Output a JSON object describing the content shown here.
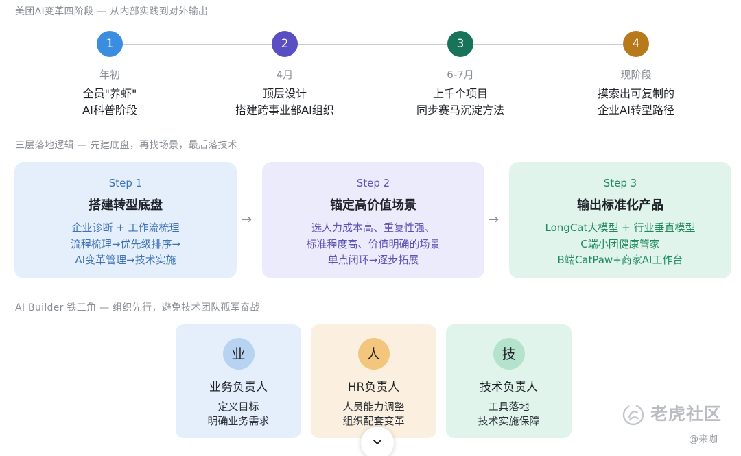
{
  "timeline": {
    "title": "美团AI变革四阶段 — 从内部实践到对外输出",
    "stages": [
      {
        "number": "1",
        "date": "年初",
        "desc": [
          "全员\"养虾\"",
          "AI科普阶段"
        ],
        "color": "#3b8de0"
      },
      {
        "number": "2",
        "date": "4月",
        "desc": [
          "顶层设计",
          "搭建跨事业部AI组织"
        ],
        "color": "#5a4fc2"
      },
      {
        "number": "3",
        "date": "6-7月",
        "desc": [
          "上千个项目",
          "同步赛马沉淀方法"
        ],
        "color": "#17735a"
      },
      {
        "number": "4",
        "date": "现阶段",
        "desc": [
          "摸索出可复制的",
          "企业AI转型路径"
        ],
        "color": "#b8791a"
      }
    ]
  },
  "steps": {
    "title": "三层落地逻辑 — 先建底盘，再找场景，最后落技术",
    "arrow": "→",
    "items": [
      {
        "label": "Step 1",
        "title": "搭建转型底盘",
        "lines": [
          "企业诊断 + 工作流梳理",
          "流程梳理→优先级排序→",
          "AI变革管理→技术实施"
        ],
        "bg": "#e4effb",
        "accent": "#3f73b8"
      },
      {
        "label": "Step 2",
        "title": "锚定高价值场景",
        "lines": [
          "选人力成本高、重复性强、",
          "标准程度高、价值明确的场景",
          "单点闭环→逐步拓展"
        ],
        "bg": "#ecebfb",
        "accent": "#5c54b8"
      },
      {
        "label": "Step 3",
        "title": "输出标准化产品",
        "lines": [
          "LongCat大模型 + 行业垂直模型",
          "C端小团健康管家",
          "B端CatPaw+商家AI工作台"
        ],
        "bg": "#e0f4ec",
        "accent": "#1f8a5e"
      }
    ]
  },
  "roles": {
    "title": "AI Builder 铁三角 — 组织先行，避免技术团队孤军奋战",
    "items": [
      {
        "icon": "业",
        "title": "业务负责人",
        "lines": [
          "定义目标",
          "明确业务需求"
        ],
        "bg": "#e4effb",
        "icon_bg": "#b7d3f1"
      },
      {
        "icon": "人",
        "title": "HR负责人",
        "lines": [
          "人员能力调整",
          "组织配套变革"
        ],
        "bg": "#fbf0e0",
        "icon_bg": "#f4c57c"
      },
      {
        "icon": "技",
        "title": "技术负责人",
        "lines": [
          "工具落地",
          "技术实施保障"
        ],
        "bg": "#e0f4ec",
        "icon_bg": "#b5e2cd"
      }
    ]
  },
  "watermark": {
    "text": "老虎社区",
    "handle": "@来咖"
  }
}
